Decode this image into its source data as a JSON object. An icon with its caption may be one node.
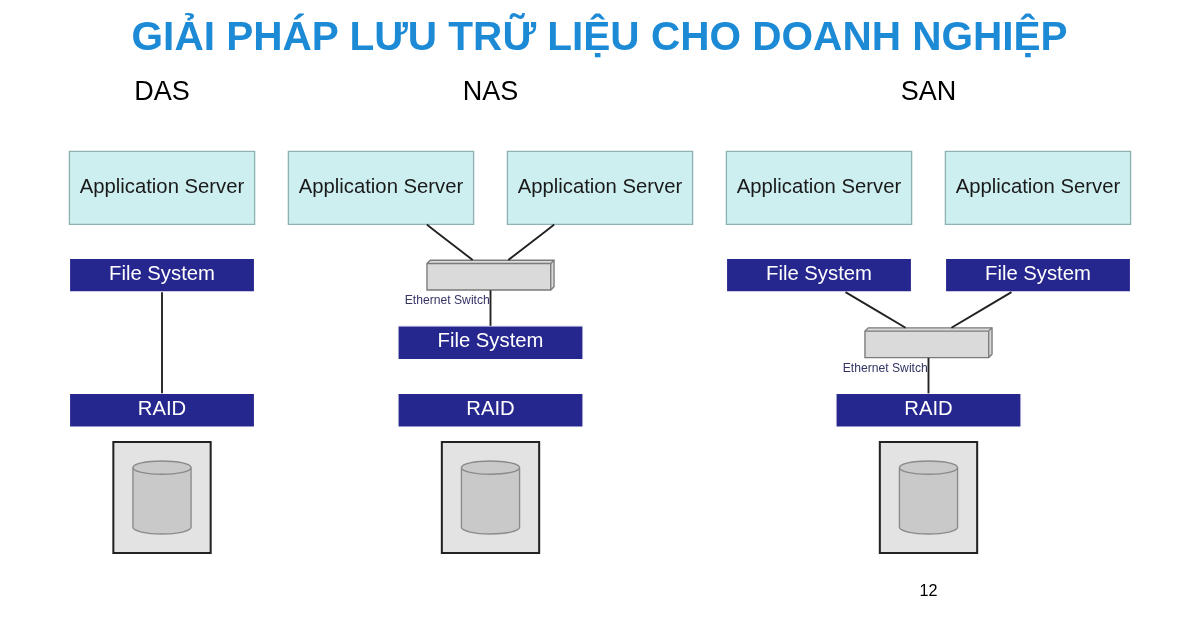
{
  "diagram": {
    "title": "GIẢI PHÁP LƯU TRỮ LIỆU CHO DOANH NGHIỆP",
    "nodes": [
      {
        "text": [
          "Application Server"
        ]
      },
      {
        "text": [
          "File System"
        ]
      },
      {
        "text": [
          "RAID"
        ]
      },
      {
        "text": [],
        "shape": "box"
      },
      {
        "text": [],
        "shape": "cylinder",
        "in": 3
      },
      {
        "text": [
          "Application Server"
        ]
      },
      {
        "text": [
          "Application Server"
        ]
      },
      {
        "text": [],
        "shape": "picture"
      },
      {
        "text": [
          "File System"
        ]
      },
      {
        "text": [
          "RAID"
        ]
      },
      {
        "text": [],
        "shape": "box"
      },
      {
        "text": [],
        "shape": "cylinder",
        "in": 10
      },
      {
        "text": [
          "Application Server"
        ]
      },
      {
        "text": [
          "Application Server"
        ]
      },
      {
        "text": [
          "File System"
        ]
      },
      {
        "text": [
          "File System"
        ]
      },
      {
        "text": [],
        "shape": "picture"
      },
      {
        "text": [
          "RAID"
        ]
      },
      {
        "text": [],
        "shape": "box"
      },
      {
        "text": [],
        "shape": "cylinder",
        "in": 18
      }
    ],
    "edges": [
      {
        "from": 1,
        "to": 2,
        "arrow": "none"
      },
      {
        "from": 5,
        "to": 7,
        "arrow": "none"
      },
      {
        "from": 6,
        "to": 7,
        "arrow": "none"
      },
      {
        "from": 7,
        "to": 8,
        "arrow": "none",
        "label": "Ethernet Switch"
      },
      {
        "from": 14,
        "to": 16,
        "arrow": "none"
      },
      {
        "from": 15,
        "to": 16,
        "arrow": "none"
      },
      {
        "from": 16,
        "to": 17,
        "arrow": "none",
        "label": "Ethernet Switch"
      }
    ],
    "labels": [
      "DAS",
      "NAS",
      "SAN",
      "12"
    ]
  }
}
